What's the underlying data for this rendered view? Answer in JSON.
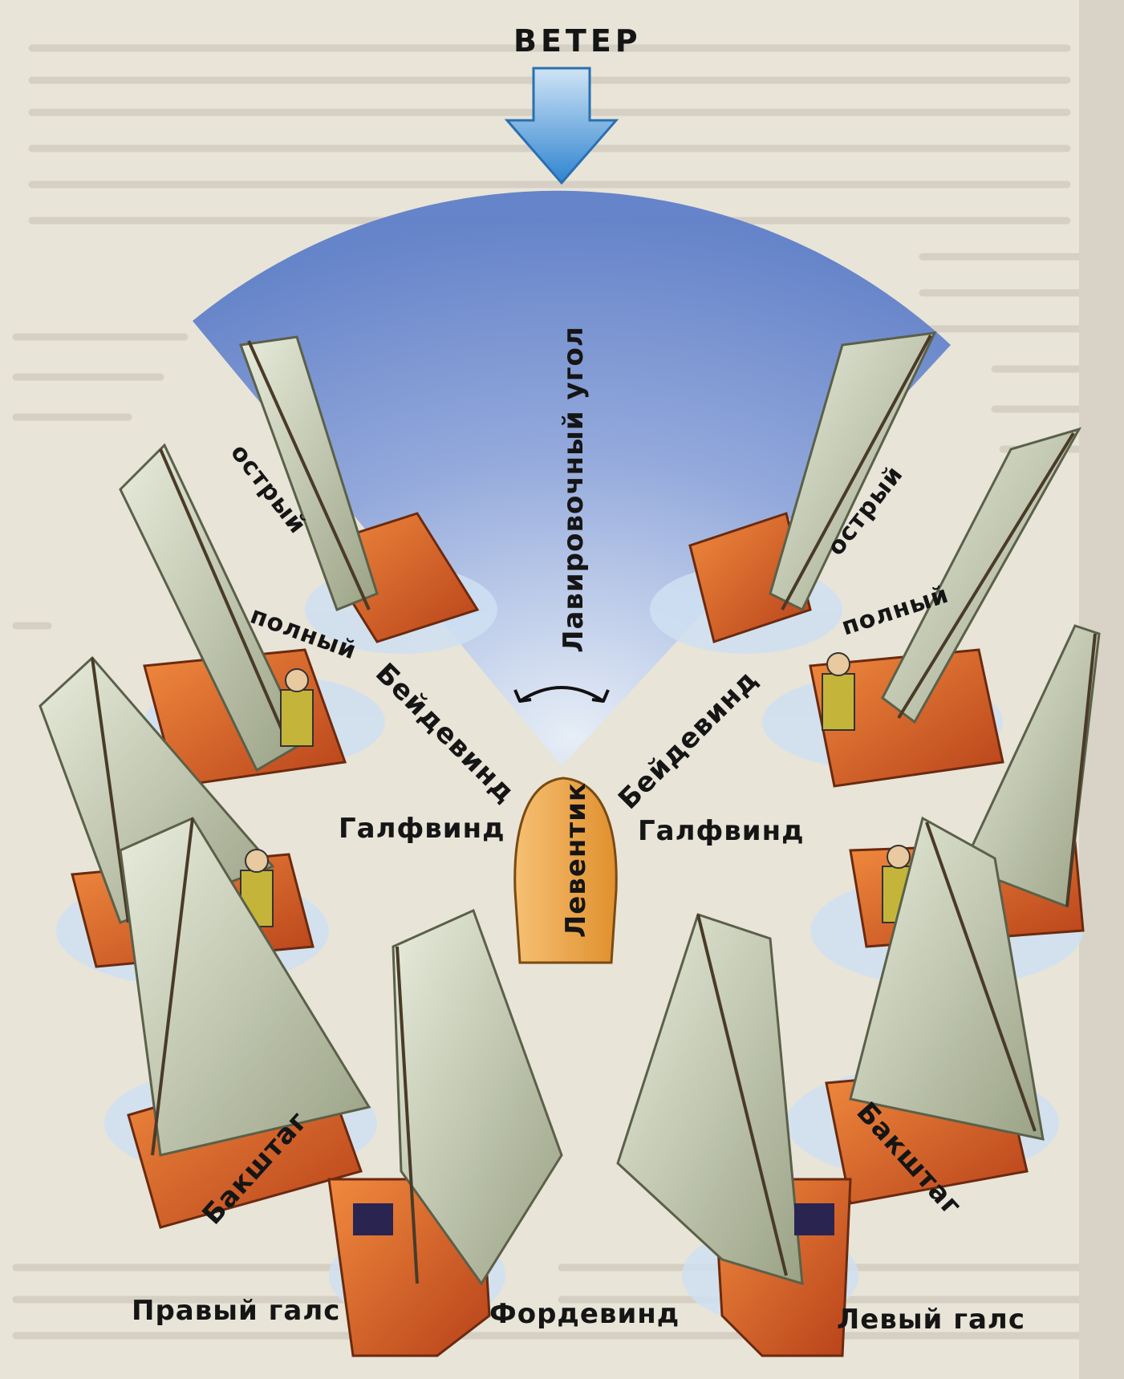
{
  "title": "ВЕТЕР",
  "tacking_angle_label": "Лавировочный угол",
  "center_boat_label": "Левентик",
  "points_of_sail": {
    "close_hauled": "острый",
    "full": "полный",
    "beidewind": "Бейдевинд",
    "beam_reach": "Галфвинд",
    "broad_reach": "Бакштаг",
    "run": "Фордевинд"
  },
  "tacks": {
    "starboard": "Правый галс",
    "port": "Левый галс"
  },
  "colors": {
    "wind_arrow": "#3d8fd6",
    "water_sector": "#6f8fd0",
    "hull": "#e0642a",
    "center_boat": "#f0a84a",
    "sail": "#c2c8ac",
    "paper": "#e8e4d8"
  }
}
